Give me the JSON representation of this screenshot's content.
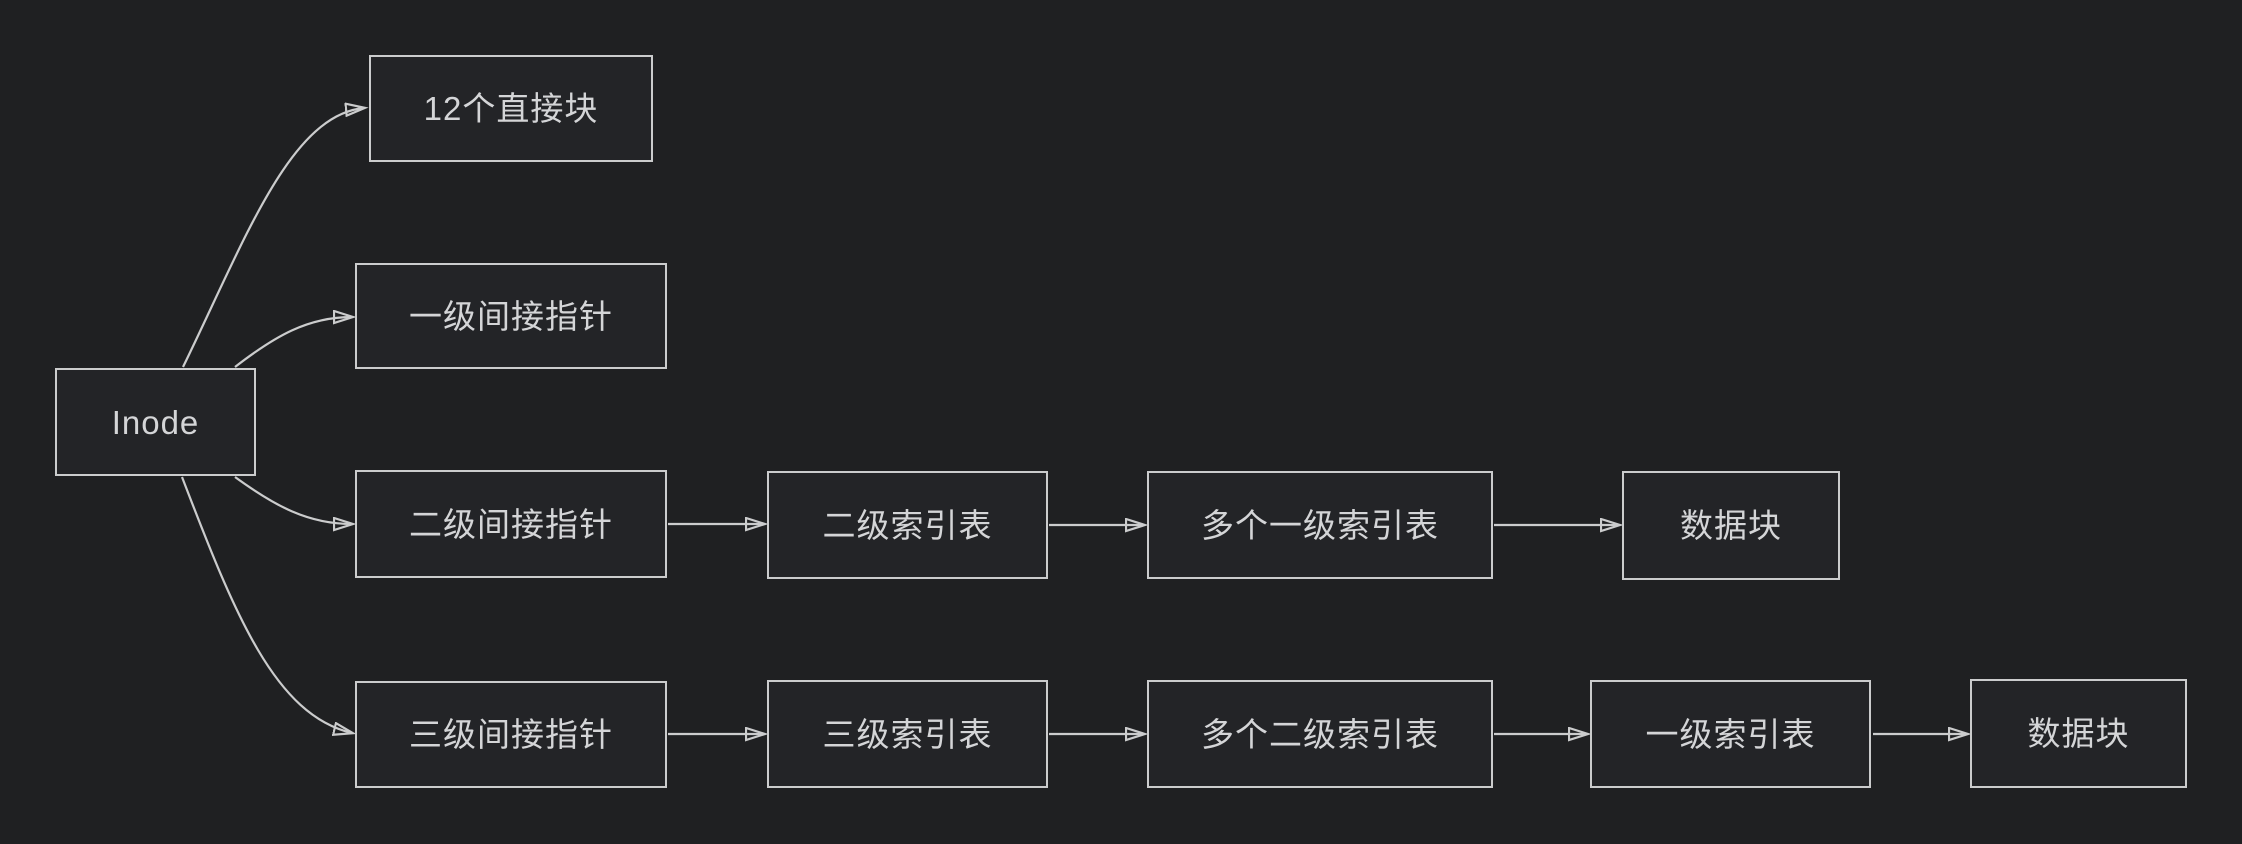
{
  "colors": {
    "background": "#1f2022",
    "node_fill": "#232427",
    "node_border": "#cbcccd",
    "text": "#d4d5d7",
    "connector": "#cbcccd"
  },
  "nodes": {
    "inode": {
      "label": "Inode"
    },
    "direct_blocks": {
      "label": "12个直接块"
    },
    "single_indirect_pointer": {
      "label": "一级间接指针"
    },
    "double_indirect_pointer": {
      "label": "二级间接指针"
    },
    "double_index_table": {
      "label": "二级索引表"
    },
    "multiple_single_index_tables": {
      "label": "多个一级索引表"
    },
    "data_block_row3": {
      "label": "数据块"
    },
    "triple_indirect_pointer": {
      "label": "三级间接指针"
    },
    "triple_index_table": {
      "label": "三级索引表"
    },
    "multiple_double_index_tables": {
      "label": "多个二级索引表"
    },
    "single_index_table": {
      "label": "一级索引表"
    },
    "data_block_row4": {
      "label": "数据块"
    }
  },
  "edges": [
    {
      "from": "inode",
      "to": "direct_blocks"
    },
    {
      "from": "inode",
      "to": "single_indirect_pointer"
    },
    {
      "from": "inode",
      "to": "double_indirect_pointer"
    },
    {
      "from": "inode",
      "to": "triple_indirect_pointer"
    },
    {
      "from": "double_indirect_pointer",
      "to": "double_index_table"
    },
    {
      "from": "double_index_table",
      "to": "multiple_single_index_tables"
    },
    {
      "from": "multiple_single_index_tables",
      "to": "data_block_row3"
    },
    {
      "from": "triple_indirect_pointer",
      "to": "triple_index_table"
    },
    {
      "from": "triple_index_table",
      "to": "multiple_double_index_tables"
    },
    {
      "from": "multiple_double_index_tables",
      "to": "single_index_table"
    },
    {
      "from": "single_index_table",
      "to": "data_block_row4"
    }
  ]
}
